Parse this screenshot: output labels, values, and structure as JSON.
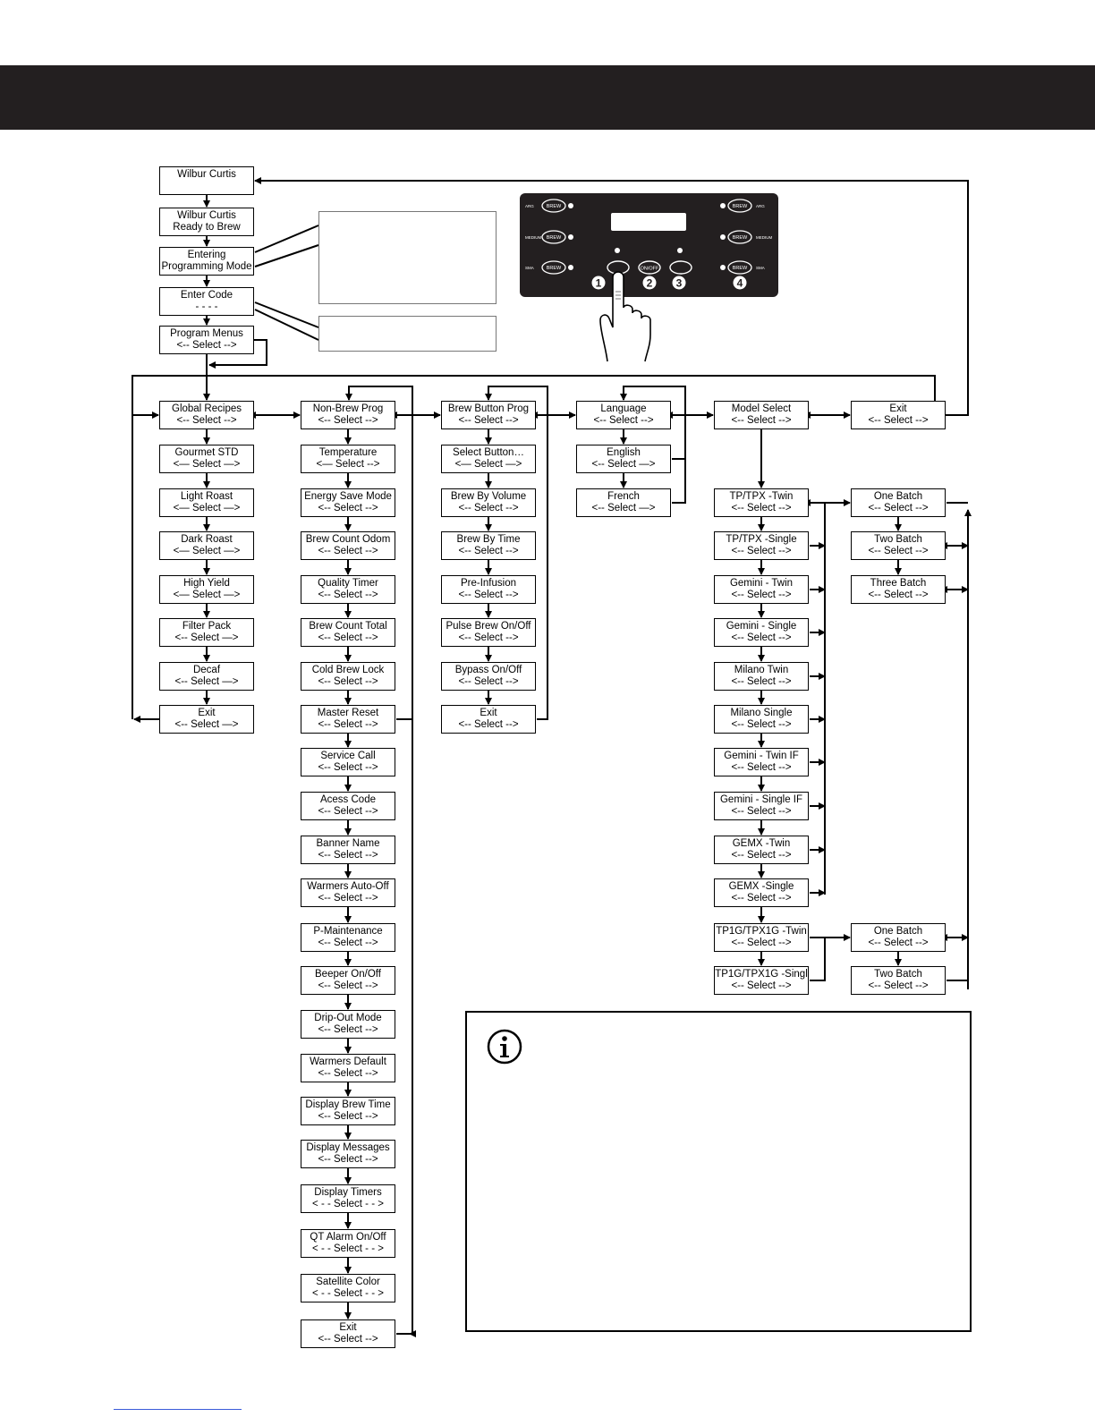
{
  "header": {
    "background": "#231f20"
  },
  "flow": {
    "start": [
      {
        "line1": "Wilbur Curtis",
        "line2": ""
      },
      {
        "line1": "Wilbur Curtis",
        "line2": "Ready to Brew"
      },
      {
        "line1": "Entering",
        "line2": "Programming Mode"
      },
      {
        "line1": "Enter Code",
        "line2": "- - - -"
      },
      {
        "line1": "Program Menus",
        "line2": "<-- Select -->"
      }
    ],
    "global_recipes": [
      {
        "line1": "Global Recipes",
        "line2": "<-- Select -->"
      },
      {
        "line1": "Gourmet STD",
        "line2": "<— Select —>"
      },
      {
        "line1": "Light Roast",
        "line2": "<— Select —>"
      },
      {
        "line1": "Dark Roast",
        "line2": "<— Select —>"
      },
      {
        "line1": "High Yield",
        "line2": "<— Select —>"
      },
      {
        "line1": "Filter Pack",
        "line2": "<-- Select —>"
      },
      {
        "line1": "Decaf",
        "line2": "<-- Select —>"
      },
      {
        "line1": "Exit",
        "line2": "<-- Select —>"
      }
    ],
    "non_brew_prog": [
      {
        "line1": "Non-Brew Prog",
        "line2": "<-- Select -->"
      },
      {
        "line1": "Temperature",
        "line2": "<— Select -->"
      },
      {
        "line1": "Energy Save Mode",
        "line2": "<-- Select -->"
      },
      {
        "line1": "Brew Count Odom",
        "line2": "<-- Select -->"
      },
      {
        "line1": "Quality Timer",
        "line2": "<-- Select -->"
      },
      {
        "line1": "Brew Count Total",
        "line2": "<-- Select -->"
      },
      {
        "line1": "Cold Brew Lock",
        "line2": "<-- Select -->"
      },
      {
        "line1": "Master Reset",
        "line2": "<-- Select -->"
      },
      {
        "line1": "Service Call",
        "line2": "<-- Select -->"
      },
      {
        "line1": "Acess Code",
        "line2": "<-- Select -->"
      },
      {
        "line1": "Banner Name",
        "line2": "<-- Select -->"
      },
      {
        "line1": "Warmers Auto-Off",
        "line2": "<-- Select -->"
      },
      {
        "line1": "P-Maintenance",
        "line2": "<-- Select -->"
      },
      {
        "line1": "Beeper On/Off",
        "line2": "<-- Select -->"
      },
      {
        "line1": "Drip-Out Mode",
        "line2": "<-- Select -->"
      },
      {
        "line1": "Warmers Default",
        "line2": "<-- Select -->"
      },
      {
        "line1": "Display Brew Time",
        "line2": "<-- Select -->"
      },
      {
        "line1": "Display Messages",
        "line2": "<-- Select -->"
      },
      {
        "line1": "Display Timers",
        "line2": "< - - Select - - >"
      },
      {
        "line1": "QT Alarm On/Off",
        "line2": "< - - Select - - >"
      },
      {
        "line1": "Satellite Color",
        "line2": "< - - Select - - >"
      },
      {
        "line1": "Exit",
        "line2": "<-- Select -->"
      }
    ],
    "brew_button_prog": [
      {
        "line1": "Brew Button Prog",
        "line2": "<-- Select -->"
      },
      {
        "line1": "Select Button…",
        "line2": "<— Select —>"
      },
      {
        "line1": "Brew By Volume",
        "line2": "<-- Select -->"
      },
      {
        "line1": "Brew By Time",
        "line2": "<-- Select -->"
      },
      {
        "line1": "Pre-Infusion",
        "line2": "<-- Select -->"
      },
      {
        "line1": "Pulse Brew On/Off",
        "line2": "<-- Select -->"
      },
      {
        "line1": "Bypass On/Off",
        "line2": "<-- Select -->"
      },
      {
        "line1": "Exit",
        "line2": "<-- Select -->"
      }
    ],
    "language": [
      {
        "line1": "Language",
        "line2": "<-- Select -->"
      },
      {
        "line1": "English",
        "line2": "<-- Select —>"
      },
      {
        "line1": "French",
        "line2": "<-- Select —>"
      }
    ],
    "model_select": [
      {
        "line1": "Model Select",
        "line2": "<-- Select -->"
      },
      {
        "line1": "TP/TPX -Twin",
        "line2": "<-- Select -->"
      },
      {
        "line1": "TP/TPX -Single",
        "line2": "<-- Select -->"
      },
      {
        "line1": "Gemini - Twin",
        "line2": "<-- Select -->"
      },
      {
        "line1": "Gemini - Single",
        "line2": "<-- Select -->"
      },
      {
        "line1": "Milano Twin",
        "line2": "<-- Select -->"
      },
      {
        "line1": "Milano Single",
        "line2": "<-- Select -->"
      },
      {
        "line1": "Gemini - Twin IF",
        "line2": "<-- Select -->"
      },
      {
        "line1": "Gemini - Single IF",
        "line2": "<-- Select -->"
      },
      {
        "line1": "GEMX -Twin",
        "line2": "<-- Select -->"
      },
      {
        "line1": "GEMX -Single",
        "line2": "<-- Select -->"
      },
      {
        "line1": "TP1G/TPX1G -Twin",
        "line2": "<-- Select -->"
      },
      {
        "line1": "TP1G/TPX1G -Singl",
        "line2": "<-- Select -->"
      }
    ],
    "exit_top": {
      "line1": "Exit",
      "line2": "<-- Select -->"
    },
    "batch_a": [
      {
        "line1": "One Batch",
        "line2": "<-- Select -->"
      },
      {
        "line1": "Two Batch",
        "line2": "<-- Select -->"
      },
      {
        "line1": "Three Batch",
        "line2": "<-- Select -->"
      }
    ],
    "batch_b": [
      {
        "line1": "One Batch",
        "line2": "<-- Select -->"
      },
      {
        "line1": "Two Batch",
        "line2": "<-- Select -->"
      }
    ]
  },
  "control_panel": {
    "labels_left": [
      "ARG",
      "MEDIUM",
      "SMA"
    ],
    "labels_right": [
      "ARG",
      "MEDIUM",
      "SMA"
    ],
    "brew_label": "BREW",
    "onoff_label": "ON/OFF",
    "numbers": [
      "1",
      "2",
      "3",
      "4"
    ]
  },
  "icons": {
    "info": "info-icon",
    "hand": "hand-press-icon"
  }
}
